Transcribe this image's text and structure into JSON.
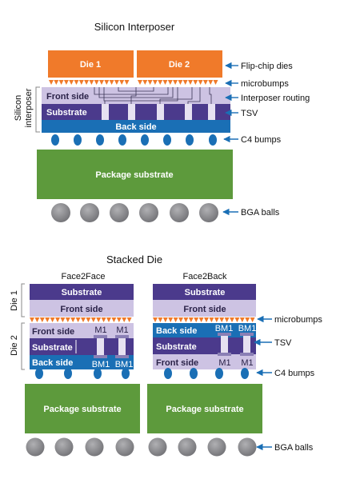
{
  "interposer": {
    "title": "Silicon Interposer",
    "side_label_1": "Silicon",
    "side_label_2": "interposer",
    "die1": "Die 1",
    "die2": "Die 2",
    "front_side": "Front side",
    "substrate": "Substrate",
    "back_side": "Back side",
    "package_substrate": "Package substrate",
    "callouts": {
      "flipchip": "Flip-chip dies",
      "microbumps": "microbumps",
      "routing": "Interposer routing",
      "tsv": "TSV",
      "c4": "C4 bumps",
      "bga": "BGA balls"
    }
  },
  "stacked": {
    "title": "Stacked Die",
    "die1_label": "Die 1",
    "die2_label": "Die 2",
    "face2face": {
      "title": "Face2Face",
      "substrate_top": "Substrate",
      "front_side_top": "Front side",
      "front_side": "Front side",
      "substrate": "Substrate",
      "back_side": "Back side",
      "m1a": "M1",
      "m1b": "M1",
      "bm1a": "BM1",
      "bm1b": "BM1",
      "package_substrate": "Package substrate"
    },
    "face2back": {
      "title": "Face2Back",
      "substrate_top": "Substrate",
      "front_side_top": "Front side",
      "back_side": "Back side",
      "substrate": "Substrate",
      "front_side": "Front side",
      "bm1a": "BM1",
      "bm1b": "BM1",
      "m1a": "M1",
      "m1b": "M1",
      "package_substrate": "Package substrate"
    },
    "callouts": {
      "microbumps": "microbumps",
      "tsv": "TSV",
      "c4": "C4 bumps",
      "bga": "BGA balls"
    }
  },
  "colors": {
    "die_orange": "#f07a2a",
    "lavender": "#cdc3e3",
    "purple": "#4b3a8c",
    "blue": "#1a6fb5",
    "green": "#5d9a3c",
    "ball_gray": "#858588",
    "bump_orange": "#f07a2a"
  }
}
